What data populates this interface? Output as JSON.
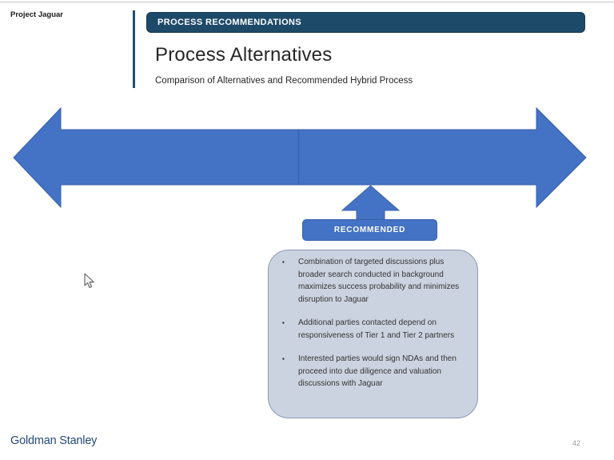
{
  "slide": {
    "project_label": "Project Jaguar",
    "section_banner": "PROCESS RECOMMENDATIONS",
    "title": "Process Alternatives",
    "subtitle": "Comparison of Alternatives and Recommended Hybrid Process",
    "recommended_badge": "RECOMMENDED",
    "bullet_marker": "▪",
    "recommendation_bullets": [
      "Combination of targeted discussions plus broader search conducted in background maximizes success probability and minimizes disruption to Jaguar",
      "Additional parties contacted depend on responsiveness of Tier 1 and Tier 2 partners",
      "Interested parties would sign NDAs and then proceed into due diligence and valuation discussions with Jaguar"
    ],
    "footer_brand": "Goldman Stanley",
    "page_number": "42"
  },
  "colors": {
    "banner_navy": "#1e4a69",
    "header_rule_navy": "#1f4e79",
    "arrow_blue": "#4472c4",
    "arrow_outline_blue": "#3a62ab",
    "arrow_divider_blue": "#3c63ae",
    "badge_blue": "#4472c4",
    "badge_text_white": "#ffffff",
    "callout_fill_gray": "#ccd3e0",
    "callout_border_gray": "#8b99b3",
    "brand_navy": "#25497a",
    "page_number_gray": "#9a9a9a"
  },
  "icons": {
    "mouse_pointer": "mouse-pointer-icon"
  }
}
